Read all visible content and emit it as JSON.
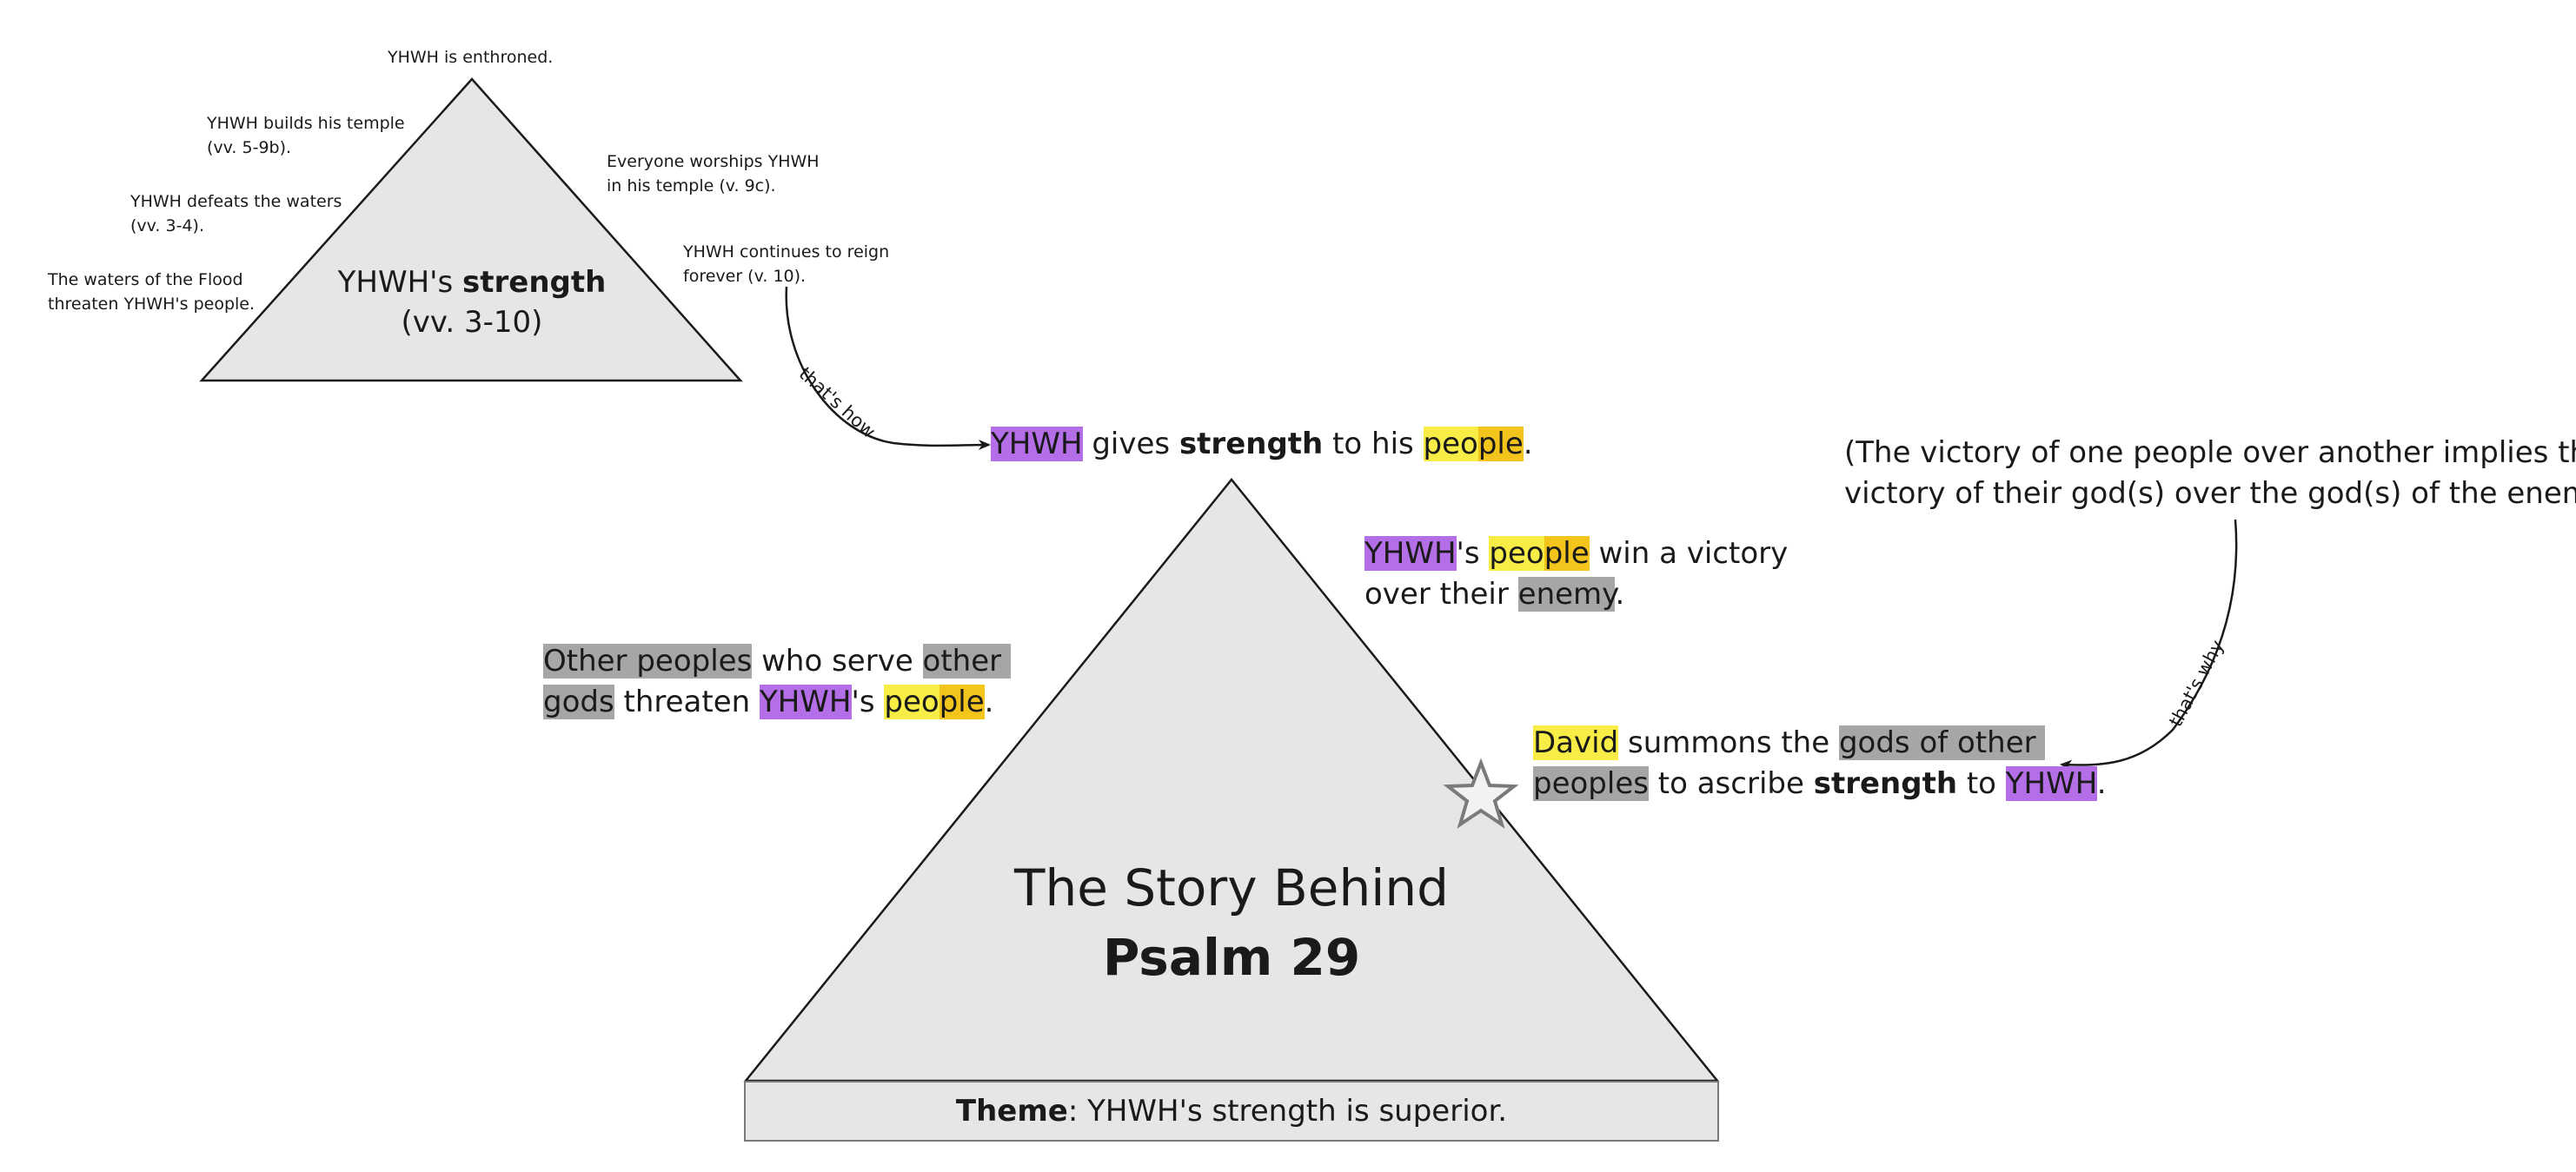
{
  "colors": {
    "yhwh": "#b46ee8",
    "other": "#a6a6a6",
    "people_yellow": "#f8ec46",
    "people_orange": "#f3c41c",
    "triangle_fill": "#e6e6e6"
  },
  "small_triangle": {
    "title_prefix": "YHWH's ",
    "title_bold": "strength",
    "title_verses": "(vv. 3-10)",
    "labels": [
      {
        "line1": "YHWH is enthroned.",
        "line2": ""
      },
      {
        "line1": "YHWH builds his temple",
        "line2": "(vv. 5-9b)."
      },
      {
        "line1": "YHWH defeats the waters",
        "line2": "(vv. 3-4)."
      },
      {
        "line1": "The waters of the Flood",
        "line2": "threaten YHWH's people."
      },
      {
        "line1": "Everyone worships YHWH",
        "line2": "in his temple (v. 9c)."
      },
      {
        "line1": "YHWH continues to reign",
        "line2": "forever (v. 10)."
      }
    ]
  },
  "arrows": {
    "thats_how": "that's how",
    "thats_why": "that's why"
  },
  "peak": {
    "yhwh": "YHWH",
    "gives": " gives ",
    "strength": "strength",
    "to_his": " to his ",
    "people_a": "peo",
    "people_b": "ple",
    "period": "."
  },
  "left_text": {
    "other_peoples": "Other peoples",
    "who_serve": " who serve ",
    "other": "other",
    "gods": "gods",
    "threaten": " threaten ",
    "yhwh": "YHWH",
    "s": "'s ",
    "people_a": "peo",
    "people_b": "ple",
    "period": "."
  },
  "right_text": {
    "yhwh": "YHWH",
    "s": "'s ",
    "people_a": "peo",
    "people_b": "ple",
    "win": " win a victory",
    "over_their": "over their ",
    "enemy": "enemy",
    "period": "."
  },
  "david_text": {
    "david": "David",
    "summons": " summons the ",
    "gods_of_other": "gods of other",
    "peoples": "peoples",
    "to_ascribe": " to ascribe ",
    "strength": "strength",
    "to": " to ",
    "yhwh": "YHWH",
    "period": "."
  },
  "note": {
    "line1": "(The victory of one people over another implies the",
    "line2": "victory of their god(s) over the god(s) of the enemy.)"
  },
  "main_triangle": {
    "title_line1": "The Story Behind",
    "title_line2": "Psalm 29"
  },
  "theme": {
    "label": "Theme",
    "text": ": YHWH's strength is superior."
  }
}
